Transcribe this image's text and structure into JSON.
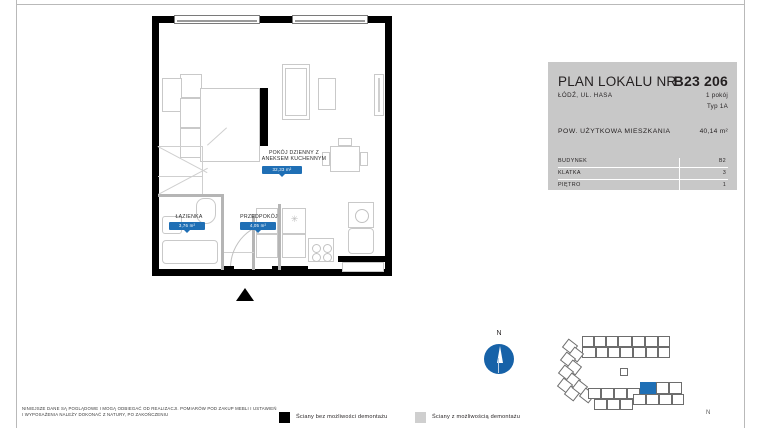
{
  "info": {
    "title": "PLAN LOKALU NR",
    "unit_number": "B23 206",
    "address": "ŁÓDŹ, UL. HASA",
    "rooms": "1 pokój",
    "type": "Typ 1A",
    "area_label": "POW. UŻYTKOWA MIESZKANIA",
    "area_value": "40,14 m²",
    "table": [
      {
        "key": "BUDYNEK",
        "value": "B2"
      },
      {
        "key": "KLATKA",
        "value": "3"
      },
      {
        "key": "PIĘTRO",
        "value": "1"
      }
    ]
  },
  "plan": {
    "rooms": [
      {
        "name_line1": "POKÓJ DZIENNY Z",
        "name_line2": "ANEKSEM KUCHENNYM",
        "area": "32,33 m²"
      },
      {
        "name_line1": "ŁAZIENKA",
        "name_line2": "",
        "area": "3,76 m²"
      },
      {
        "name_line1": "PRZEDPOKÓJ",
        "name_line2": "",
        "area": "4,05 m²"
      }
    ]
  },
  "compass": {
    "north_label": "N"
  },
  "minimap": {
    "north_label": "N"
  },
  "footer": {
    "disclaimer": "NINIEJSZE DANE SĄ POGLĄDOWE I MOGĄ ODBIEGAĆ OD REALIZACJI. POMIARÓW POD ZAKUP MEBLI I USTAWIEŃ I WYPOSAŻENIA NALEŻY DOKONAĆ Z NATURY, PO ZAKOŃCZENIU",
    "legend": [
      {
        "label": "Ściany bez możliwości demontażu",
        "color": "#000000"
      },
      {
        "label": "Ściany z możliwością demontażu",
        "color": "#cfcfcf"
      }
    ]
  }
}
